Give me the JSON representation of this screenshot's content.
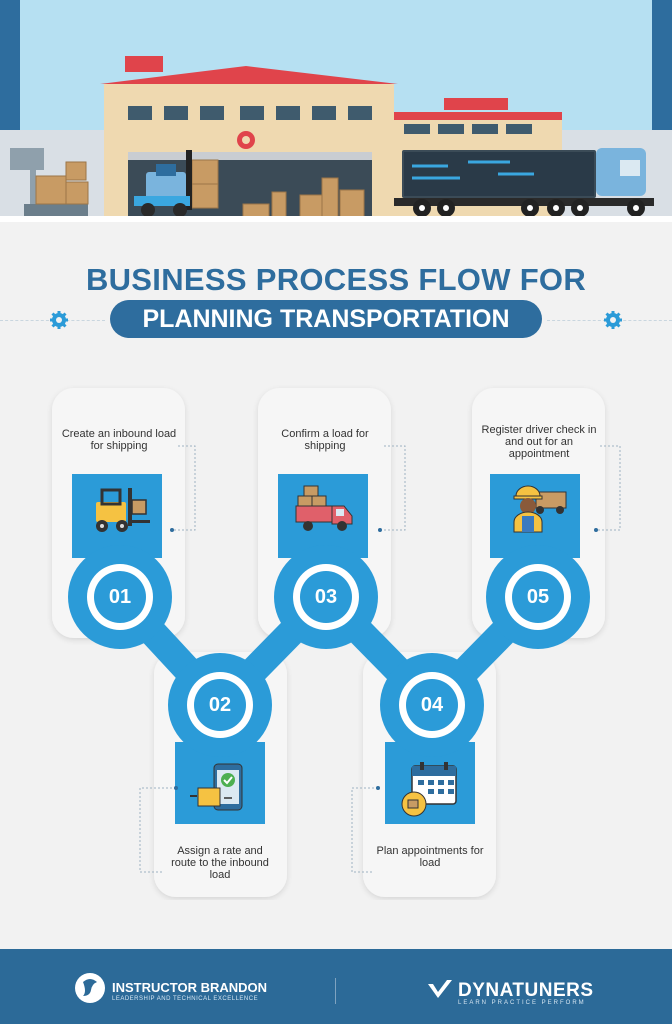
{
  "header": {
    "title_line1": "BUSINESS PROCESS FLOW FOR",
    "title_line2": "PLANNING TRANSPORTATION"
  },
  "steps": [
    {
      "number": "01",
      "text": "Create an inbound load for shipping",
      "icon": "forklift-icon"
    },
    {
      "number": "02",
      "text": "Assign a rate and route to the inbound load",
      "icon": "phone-package-icon"
    },
    {
      "number": "03",
      "text": "Confirm a load for shipping",
      "icon": "delivery-truck-icon"
    },
    {
      "number": "04",
      "text": "Plan appointments for load",
      "icon": "calendar-icon"
    },
    {
      "number": "05",
      "text": "Register driver check in and out for an appointment",
      "icon": "driver-icon"
    }
  ],
  "footer": {
    "brand_left": "INSTRUCTOR BRANDON",
    "brand_left_tagline": "LEADERSHIP AND TECHNICAL EXCELLENCE",
    "brand_right": "DYNATUNERS",
    "brand_right_tagline": "LEARN PRACTICE PERFORM"
  },
  "colors": {
    "primary_blue": "#2e6d9e",
    "accent_blue": "#2b9bd8",
    "light_blue": "#3aa7e0",
    "sky": "#b6e0f2",
    "background": "#f2f2f2"
  }
}
